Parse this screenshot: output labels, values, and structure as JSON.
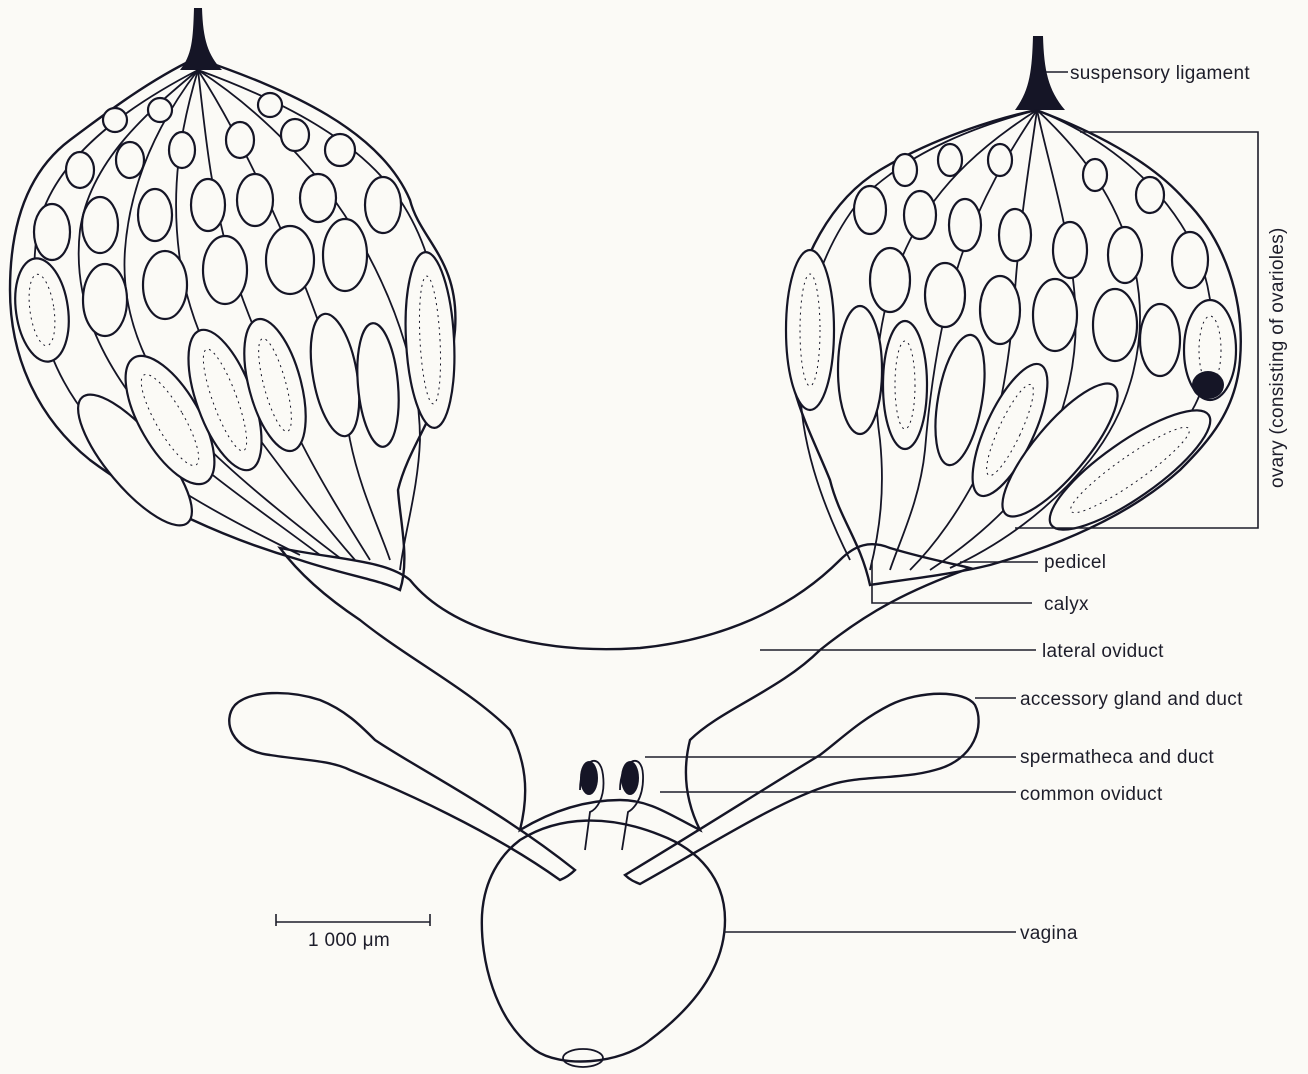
{
  "labels": {
    "suspensory_ligament": "suspensory ligament",
    "ovary": "ovary (consisting of ovarioles)",
    "pedicel": "pedicel",
    "calyx": "calyx",
    "lateral_oviduct": "lateral oviduct",
    "accessory_gland": "accessory gland and duct",
    "spermatheca": "spermatheca and duct",
    "common_oviduct": "common oviduct",
    "vagina": "vagina"
  },
  "scale_bar": {
    "label": "1 000 μm"
  },
  "colors": {
    "ink": "#151526",
    "paper": "#fbfaf6"
  }
}
